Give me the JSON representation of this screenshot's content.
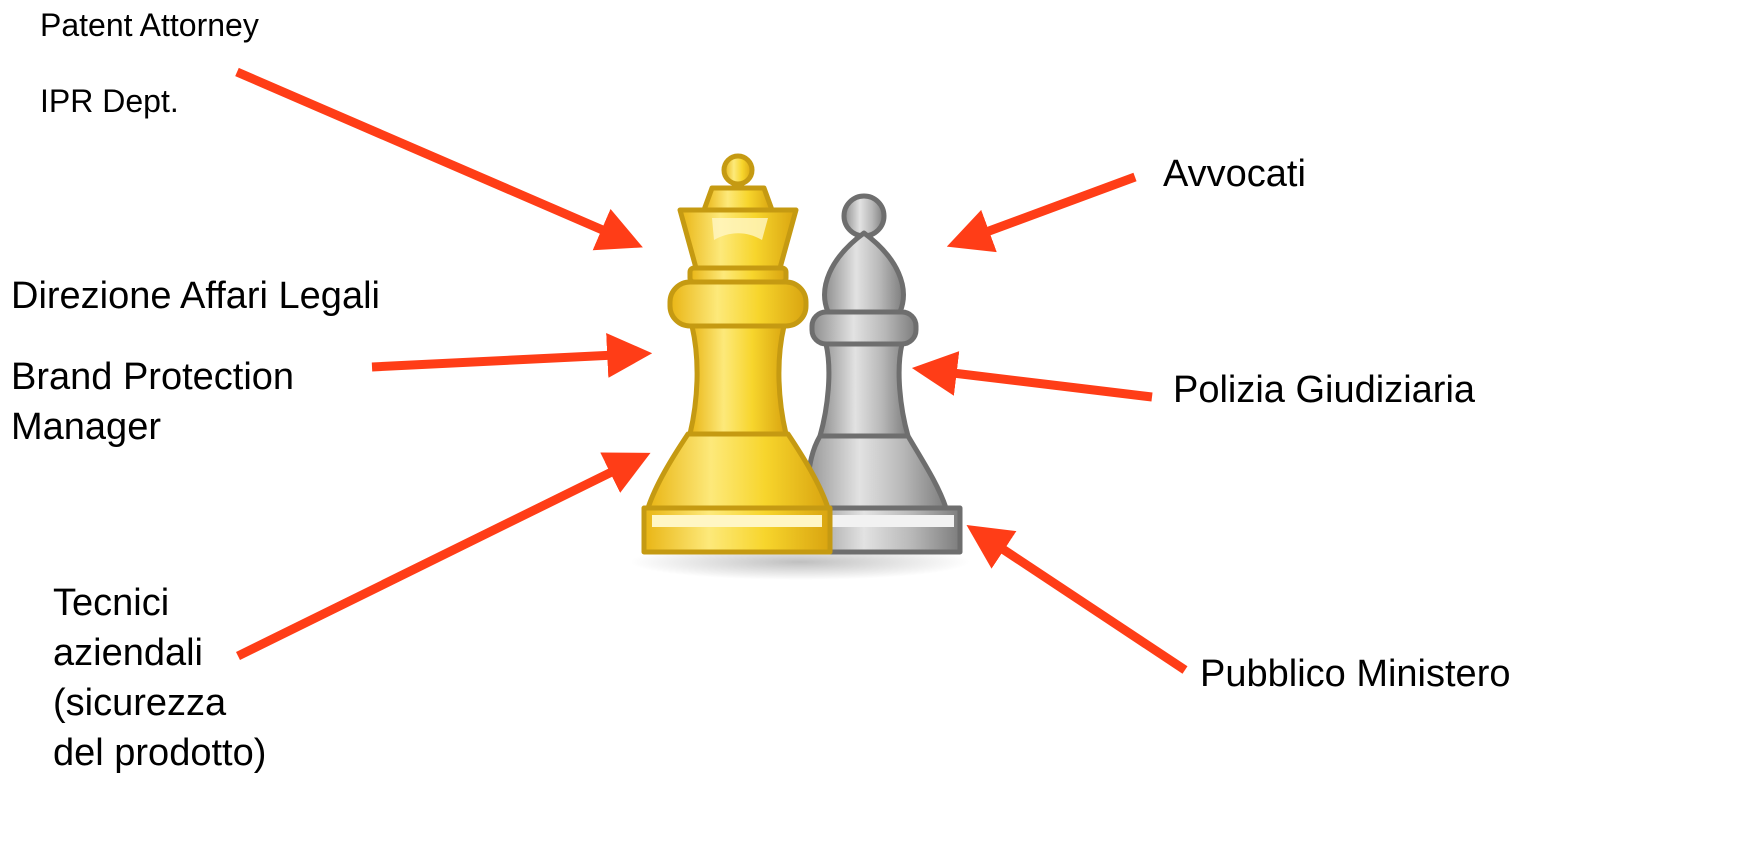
{
  "labels": {
    "patent_attorney": "Patent Attorney",
    "ipr_dept": "IPR Dept.",
    "direzione_affari_legali": "Direzione Affari Legali",
    "brand_protection_manager": "Brand Protection\nManager",
    "tecnici_aziendali": "Tecnici\naziendali\n(sicurezza\ndel prodotto)",
    "avvocati": "Avvocati",
    "polizia_giudiziaria": "Polizia Giudiziaria",
    "pubblico_ministero": "Pubblico Ministero"
  },
  "icons": {
    "left_piece": "queen-chess-icon",
    "right_piece": "bishop-chess-icon"
  },
  "colors": {
    "arrow": "#ff3d17",
    "queen_fill": "#f6d730",
    "queen_outline": "#c59a12",
    "bishop_fill": "#b4b4b4",
    "bishop_outline": "#6e6e6e"
  }
}
